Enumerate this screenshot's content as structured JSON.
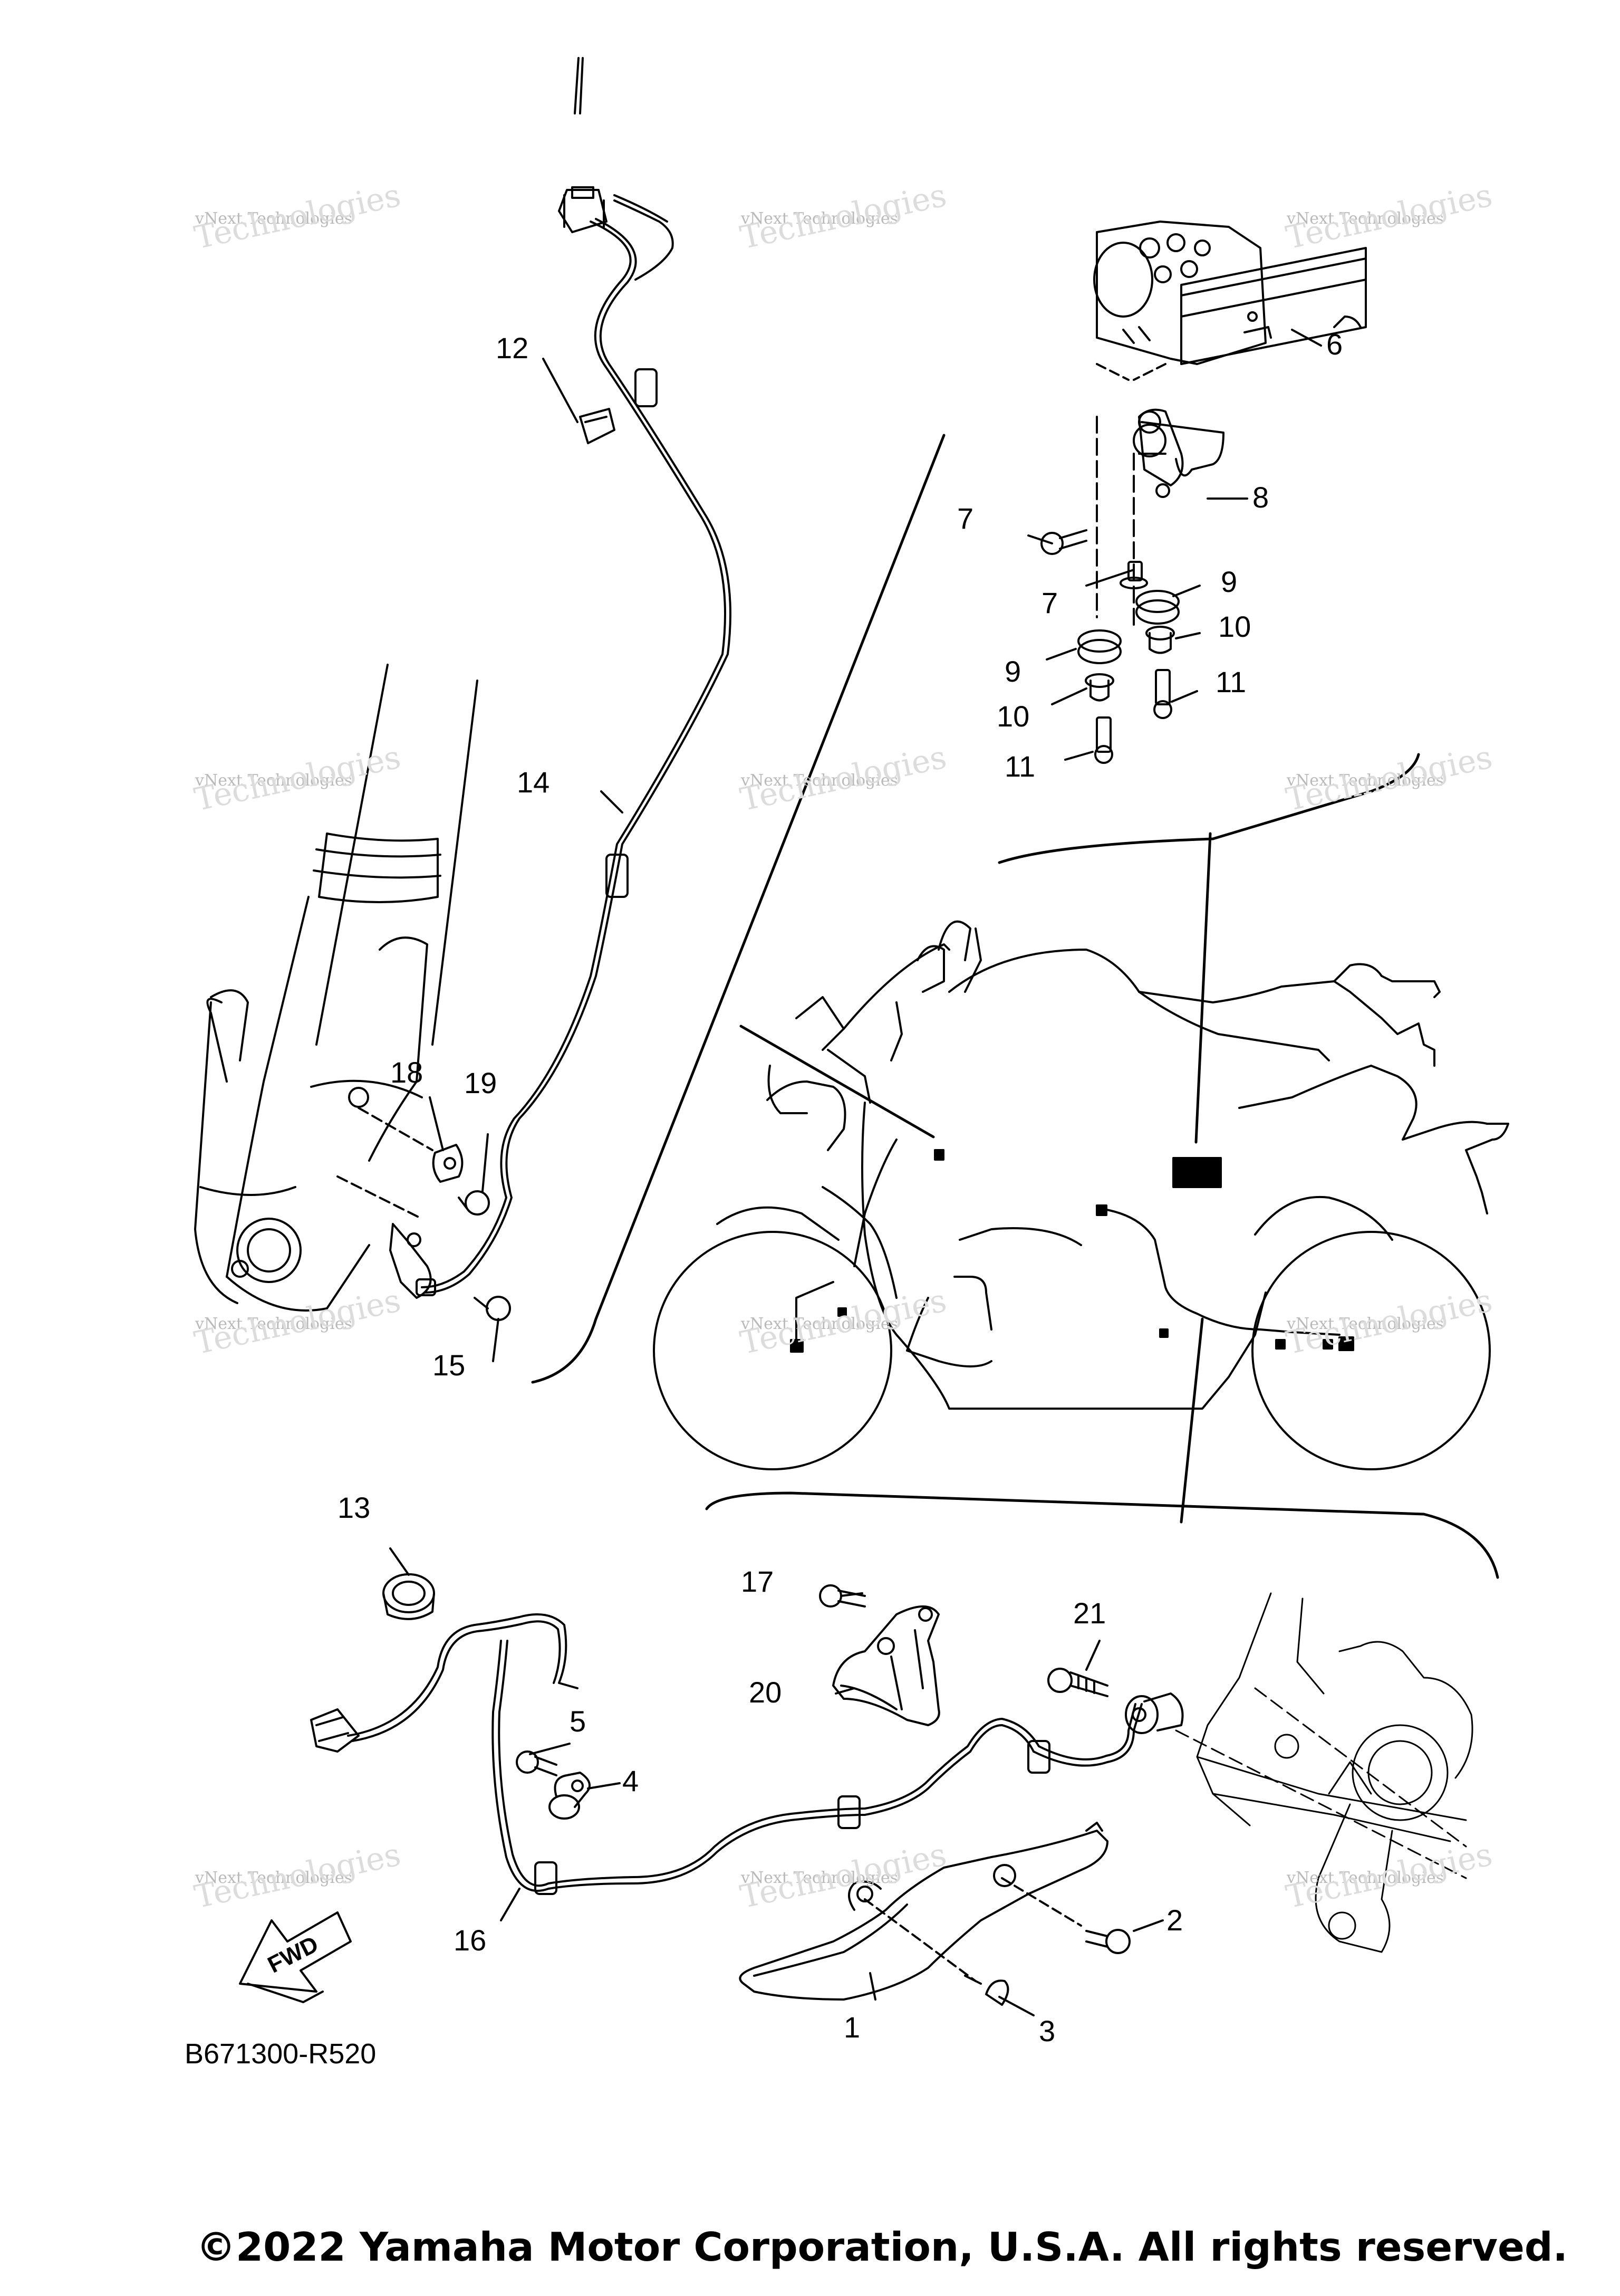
{
  "diagram": {
    "watermark": {
      "line1": "vNext Technologies",
      "line2": "Technologies"
    },
    "callouts": [
      {
        "id": "c1",
        "label": "1"
      },
      {
        "id": "c2",
        "label": "2"
      },
      {
        "id": "c3",
        "label": "3"
      },
      {
        "id": "c4",
        "label": "4"
      },
      {
        "id": "c5",
        "label": "5"
      },
      {
        "id": "c6",
        "label": "6"
      },
      {
        "id": "c7a",
        "label": "7"
      },
      {
        "id": "c7b",
        "label": "7"
      },
      {
        "id": "c8",
        "label": "8"
      },
      {
        "id": "c9a",
        "label": "9"
      },
      {
        "id": "c9b",
        "label": "9"
      },
      {
        "id": "c10a",
        "label": "10"
      },
      {
        "id": "c10b",
        "label": "10"
      },
      {
        "id": "c11a",
        "label": "11"
      },
      {
        "id": "c11b",
        "label": "11"
      },
      {
        "id": "c12",
        "label": "12"
      },
      {
        "id": "c13",
        "label": "13"
      },
      {
        "id": "c14",
        "label": "14"
      },
      {
        "id": "c15",
        "label": "15"
      },
      {
        "id": "c16",
        "label": "16"
      },
      {
        "id": "c17",
        "label": "17"
      },
      {
        "id": "c18",
        "label": "18"
      },
      {
        "id": "c19",
        "label": "19"
      },
      {
        "id": "c20",
        "label": "20"
      },
      {
        "id": "c21",
        "label": "21"
      }
    ],
    "fwd_label": "FWD",
    "drawing_code": "B671300-R520",
    "copyright": "©2022 Yamaha Motor Corporation, U.S.A. All rights reserved."
  }
}
